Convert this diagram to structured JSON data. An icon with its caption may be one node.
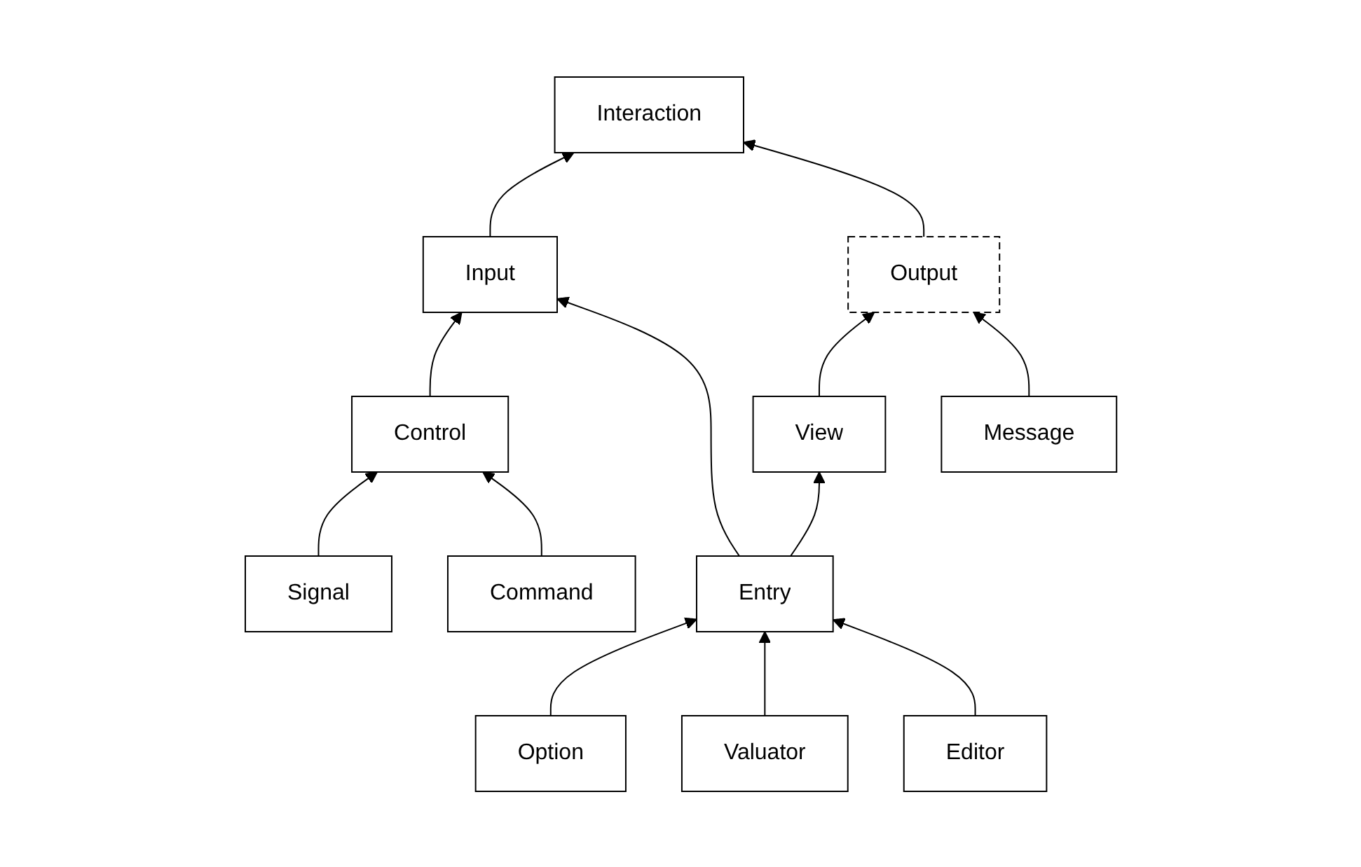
{
  "diagram": {
    "nodes": [
      {
        "text": [
          "Interaction"
        ]
      },
      {
        "text": [
          "Input"
        ]
      },
      {
        "text": [
          "Output"
        ]
      },
      {
        "text": [
          "View"
        ]
      },
      {
        "text": [
          "Message"
        ]
      },
      {
        "text": [
          "Control"
        ]
      },
      {
        "text": [
          "Entry"
        ]
      },
      {
        "text": [
          "Signal"
        ]
      },
      {
        "text": [
          "Command"
        ]
      },
      {
        "text": [
          "Option"
        ]
      },
      {
        "text": [
          "Valuator"
        ]
      },
      {
        "text": [
          "Editor"
        ]
      }
    ],
    "edges": [
      {
        "from": 1,
        "to": 0,
        "arrow": "to"
      },
      {
        "from": 2,
        "to": 0,
        "arrow": "to"
      },
      {
        "from": 3,
        "to": 2,
        "arrow": "to"
      },
      {
        "from": 4,
        "to": 2,
        "arrow": "to"
      },
      {
        "from": 5,
        "to": 1,
        "arrow": "to"
      },
      {
        "from": 6,
        "to": 1,
        "arrow": "to"
      },
      {
        "from": 6,
        "to": 3,
        "arrow": "to"
      },
      {
        "from": 7,
        "to": 5,
        "arrow": "to"
      },
      {
        "from": 8,
        "to": 5,
        "arrow": "to"
      },
      {
        "from": 9,
        "to": 6,
        "arrow": "to"
      },
      {
        "from": 10,
        "to": 6,
        "arrow": "to"
      },
      {
        "from": 11,
        "to": 6,
        "arrow": "to"
      }
    ]
  }
}
